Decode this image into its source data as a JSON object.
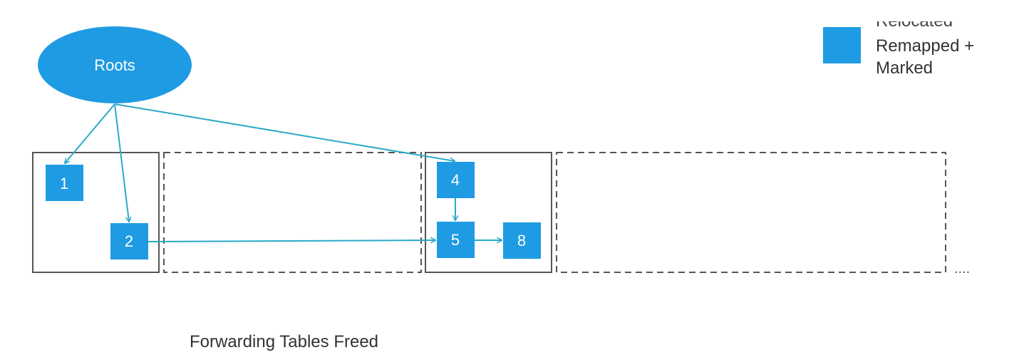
{
  "diagram": {
    "roots_label": "Roots",
    "nodes": [
      {
        "id": "n1",
        "label": "1"
      },
      {
        "id": "n2",
        "label": "2"
      },
      {
        "id": "n4",
        "label": "4"
      },
      {
        "id": "n5",
        "label": "5"
      },
      {
        "id": "n8",
        "label": "8"
      }
    ],
    "ellipsis": "....",
    "caption": "Forwarding Tables Freed"
  },
  "legend": {
    "cut_label": "Relocated",
    "label_line1": "Remapped +",
    "label_line2": "Marked"
  },
  "colors": {
    "node_fill": "#1f9be3",
    "arrow": "#2ba9c8",
    "region_border": "#555555",
    "text_dark": "#333333",
    "text_light": "#ffffff"
  }
}
